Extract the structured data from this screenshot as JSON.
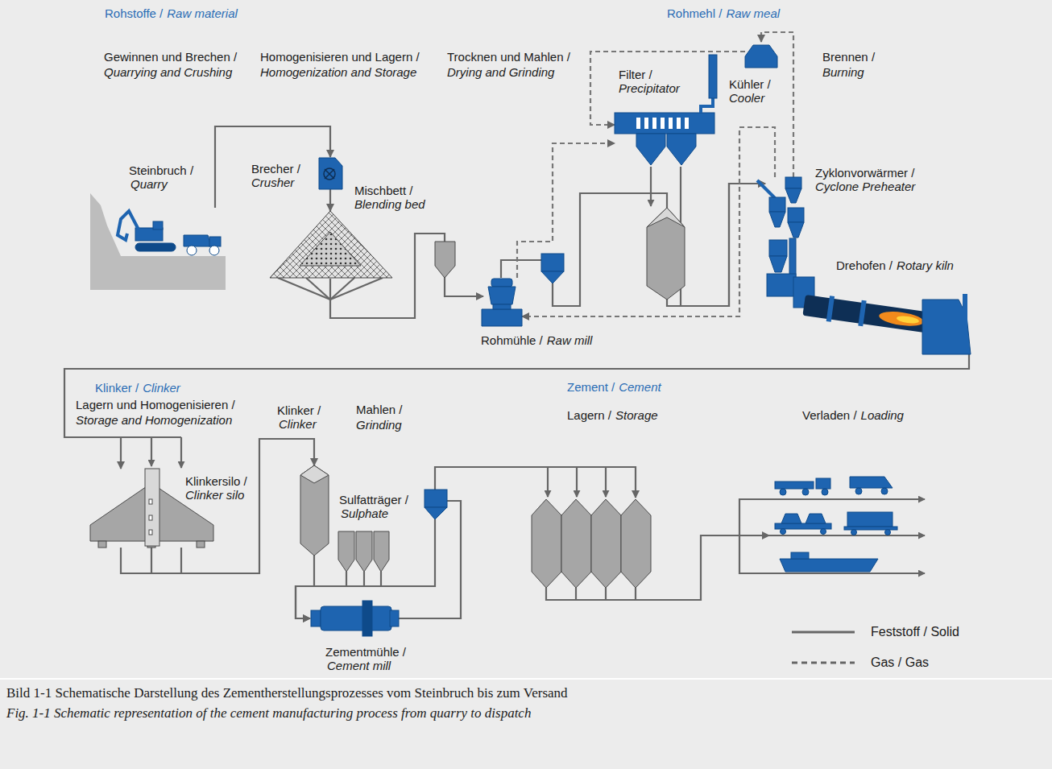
{
  "diagram": {
    "caption": "Bild 1-1 Schematische Darstellung des Zementherstellungsprozesses vom Steinbruch bis zum Versand",
    "nodes": [
      {
        "text": [
          "Steinbruch /",
          "Quarry"
        ]
      },
      {
        "text": [
          "Brecher /",
          "Crusher"
        ]
      },
      {
        "text": [
          "Mischbett /",
          "Blending bed"
        ]
      },
      {
        "text": [
          "Rohmühle /",
          "Raw mill"
        ]
      },
      {
        "text": [
          "Filter /",
          "Precipitator"
        ]
      },
      {
        "text": [
          "Kühler /",
          "Cooler"
        ]
      },
      {
        "text": [
          "Zyklonvorwärmer /",
          "Cyclone Preheater"
        ]
      },
      {
        "text": [
          "Drehofen /",
          "Rotary kiln"
        ]
      },
      {
        "text": [
          "Klinkersilo /",
          "Clinker silo"
        ]
      },
      {
        "text": [
          "Klinker /",
          "Clinker"
        ]
      },
      {
        "text": [
          "Sulfatträger /",
          "Sulphate"
        ]
      },
      {
        "text": [
          "Zementmühle /",
          "Cement mill"
        ]
      },
      {
        "text": [
          "Lagern /",
          "Storage"
        ]
      },
      {
        "text": [
          "Verladen /",
          "Loading"
        ]
      }
    ],
    "edges": [
      {
        "from": 0,
        "to": 1,
        "arrow": "to"
      },
      {
        "from": 1,
        "to": 2,
        "arrow": "to"
      },
      {
        "from": 2,
        "to": 3,
        "arrow": "to"
      },
      {
        "from": 3,
        "to": 6,
        "arrow": "to"
      },
      {
        "from": 4,
        "to": 6,
        "arrow": "to"
      },
      {
        "from": 3,
        "to": 4,
        "arrow": "to"
      },
      {
        "from": 5,
        "to": 4,
        "arrow": "to"
      },
      {
        "from": 6,
        "to": 5,
        "arrow": "to"
      },
      {
        "from": 6,
        "to": 3,
        "arrow": "to"
      },
      {
        "from": 7,
        "to": 8,
        "arrow": "to"
      },
      {
        "from": 8,
        "to": 9,
        "arrow": "to"
      },
      {
        "from": 9,
        "to": 11,
        "arrow": "to"
      },
      {
        "from": 10,
        "to": 11,
        "arrow": "to"
      },
      {
        "from": 11,
        "to": 12,
        "arrow": "to"
      },
      {
        "from": 12,
        "to": 13,
        "arrow": "to"
      }
    ],
    "labels": [
      "Rohstoffe /",
      "Raw material",
      "Gewinnen und Brechen /",
      "Quarrying and Crushing",
      "Homogenisieren und Lagern /",
      "Homogenization and Storage",
      "Trocknen und Mahlen /",
      "Drying and Grinding",
      "Rohmehl /",
      "Raw meal",
      "Brennen /",
      "Burning",
      "Klinker /",
      "Clinker",
      "Lagern und Homogenisieren /",
      "Storage and Homogenization",
      "Mahlen /",
      "Grinding",
      "Zement /",
      "Cement",
      "Fig. 1-1 Schematic representation of the cement manufacturing process from quarry to dispatch"
    ],
    "legend": [
      {
        "text": "Feststoff / Solid"
      },
      {
        "text": "Gas / Gas"
      }
    ]
  }
}
